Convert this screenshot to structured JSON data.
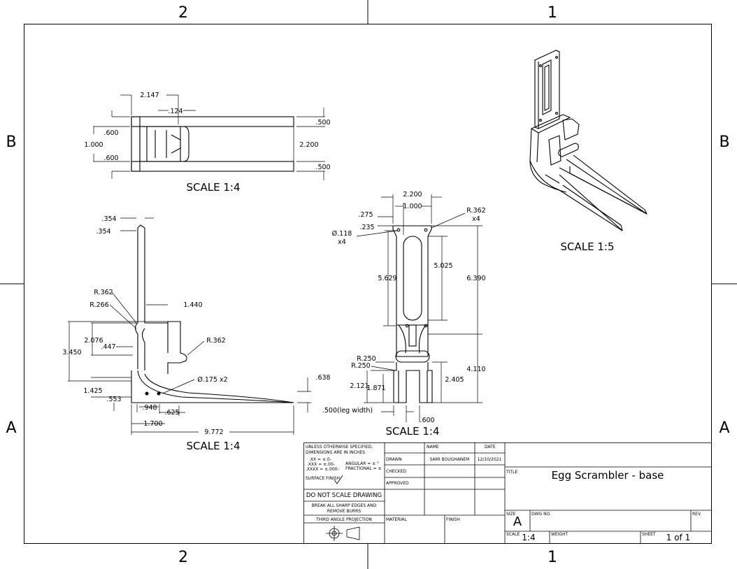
{
  "zones": {
    "top_left": "2",
    "top_right": "1",
    "bottom_left": "2",
    "bottom_right": "1",
    "left_upper": "B",
    "left_lower": "A",
    "right_upper": "B",
    "right_lower": "A"
  },
  "views": {
    "top": {
      "scale": "SCALE 1:4",
      "dims": [
        "2.147",
        ".124",
        ".600",
        "1.000",
        ".600",
        ".500",
        "2.200",
        ".500"
      ]
    },
    "side": {
      "scale": "SCALE 1:4",
      "dims": [
        ".354",
        ".354",
        "R.362",
        "R.266",
        "1.440",
        "2.076",
        ".447",
        "3.450",
        "R.362",
        "Ø.175 x2",
        ".638",
        "1.425",
        ".553",
        ".948",
        ".625",
        "1.700",
        "9.772"
      ]
    },
    "front": {
      "scale": "SCALE 1:4",
      "dims": [
        "2.200",
        "1.000",
        ".275",
        ".235",
        "R.362",
        "x4",
        "Ø.118",
        "x4",
        "5.629",
        "5.025",
        "6.390",
        "R.250",
        "R.250",
        "2.121",
        "1.871",
        "2.405",
        "4.110",
        ".500(leg width)",
        ".600"
      ]
    },
    "iso": {
      "scale": "SCALE 1:5"
    }
  },
  "title_block": {
    "notes_line1": "UNLESS OTHERWISE SPECIFIED,",
    "notes_line2": "DIMENSIONS ARE IN INCHES",
    "tol_xx": ".XX = ±.0-",
    "tol_xxx": ".XXX = ±.00-",
    "tol_xxxx": ".XXXX = ±.000-",
    "tol_angular": "ANGULAR = ± °",
    "tol_fractional": "FRACTIONAL = ±",
    "surface_finish": "SURFACE FINISH",
    "do_not_scale": "DO NOT SCALE DRAWING",
    "break_edges_1": "BREAK ALL SHARP EDGES AND",
    "break_edges_2": "REMOVE BURRS",
    "projection": "THIRD ANGLE PROJECTION",
    "name_header": "NAME",
    "date_header": "DATE",
    "drawn_label": "DRAWN",
    "drawn_name": "SAMI BOUGHANEM",
    "drawn_date": "12/10/2021",
    "checked_label": "CHECKED",
    "approved_label": "APPROVED",
    "material_label": "MATERIAL",
    "finish_label": "FINISH",
    "title_label": "TITLE",
    "title": "Egg Scrambler - base",
    "size_label": "SIZE",
    "size": "A",
    "dwg_no_label": "DWG NO.",
    "rev_label": "REV.",
    "scale_label": "SCALE",
    "scale": "1:4",
    "weight_label": "WEIGHT",
    "sheet_label": "SHEET",
    "sheet": "1 of 1"
  }
}
